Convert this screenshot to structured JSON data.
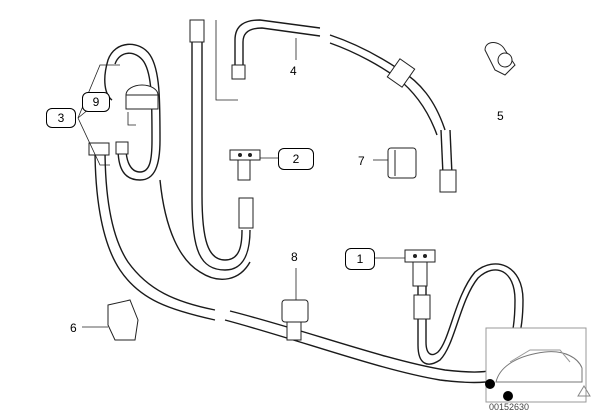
{
  "diagram": {
    "callouts": [
      {
        "id": "c1",
        "label": "1",
        "boxed": true
      },
      {
        "id": "c2",
        "label": "2",
        "boxed": true
      },
      {
        "id": "c3",
        "label": "3",
        "boxed": true
      },
      {
        "id": "c9",
        "label": "9",
        "boxed": true
      },
      {
        "id": "c4",
        "label": "4",
        "boxed": false
      },
      {
        "id": "c5",
        "label": "5",
        "boxed": false
      },
      {
        "id": "c6",
        "label": "6",
        "boxed": false
      },
      {
        "id": "c7",
        "label": "7",
        "boxed": false
      },
      {
        "id": "c8",
        "label": "8",
        "boxed": false
      }
    ],
    "doc_number": "00152630"
  }
}
